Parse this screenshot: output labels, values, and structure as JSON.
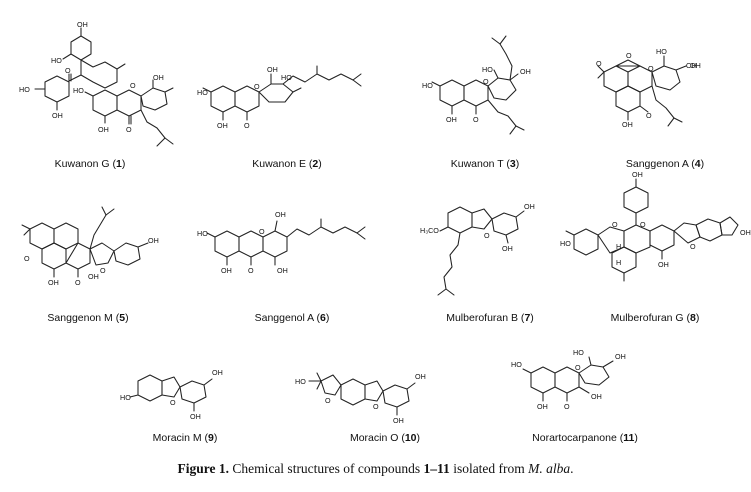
{
  "compounds": [
    {
      "name": "Kuwanon G",
      "number": "1",
      "labels": [
        "OH",
        "HO",
        "O",
        "HO",
        "HO",
        "OH",
        "O",
        "OH",
        "OH",
        "O"
      ]
    },
    {
      "name": "Kuwanon E",
      "number": "2",
      "labels": [
        "HO",
        "OH",
        "HO",
        "O",
        "OH",
        "O"
      ]
    },
    {
      "name": "Kuwanon T",
      "number": "3",
      "labels": [
        "HO",
        "OH",
        "HO",
        "O",
        "OH",
        "O"
      ]
    },
    {
      "name": "Sanggenon A",
      "number": "4",
      "labels": [
        "OH",
        "HO",
        "OH",
        "O",
        "O",
        "O",
        "OH",
        "O"
      ]
    },
    {
      "name": "Sanggenon M",
      "number": "5",
      "labels": [
        "O",
        "OH",
        "O",
        "OH",
        "O",
        "OH"
      ]
    },
    {
      "name": "Sanggenol A",
      "number": "6",
      "labels": [
        "OH",
        "HO",
        "O",
        "OH",
        "OH",
        "O"
      ]
    },
    {
      "name": "Mulberofuran B",
      "number": "7",
      "labels": [
        "OH",
        "H₃CO",
        "O",
        "OH"
      ]
    },
    {
      "name": "Mulberofuran G",
      "number": "8",
      "labels": [
        "OH",
        "HO",
        "O",
        "O",
        "O",
        "H",
        "H",
        "OH",
        "OH"
      ]
    },
    {
      "name": "Moracin M",
      "number": "9",
      "labels": [
        "OH",
        "HO",
        "O",
        "OH"
      ]
    },
    {
      "name": "Moracin O",
      "number": "10",
      "labels": [
        "OH",
        "HO",
        "O",
        "O",
        "OH"
      ]
    },
    {
      "name": "Norartocarpanone",
      "number": "11",
      "labels": [
        "HO",
        "OH",
        "OH",
        "HO",
        "O",
        "OH",
        "O"
      ]
    }
  ],
  "caption": {
    "lead": "Figure 1.",
    "text1": " Chemical structures of compounds ",
    "range": "1–11",
    "text2": " isolated from ",
    "species": "M. alba",
    "text3": "."
  }
}
